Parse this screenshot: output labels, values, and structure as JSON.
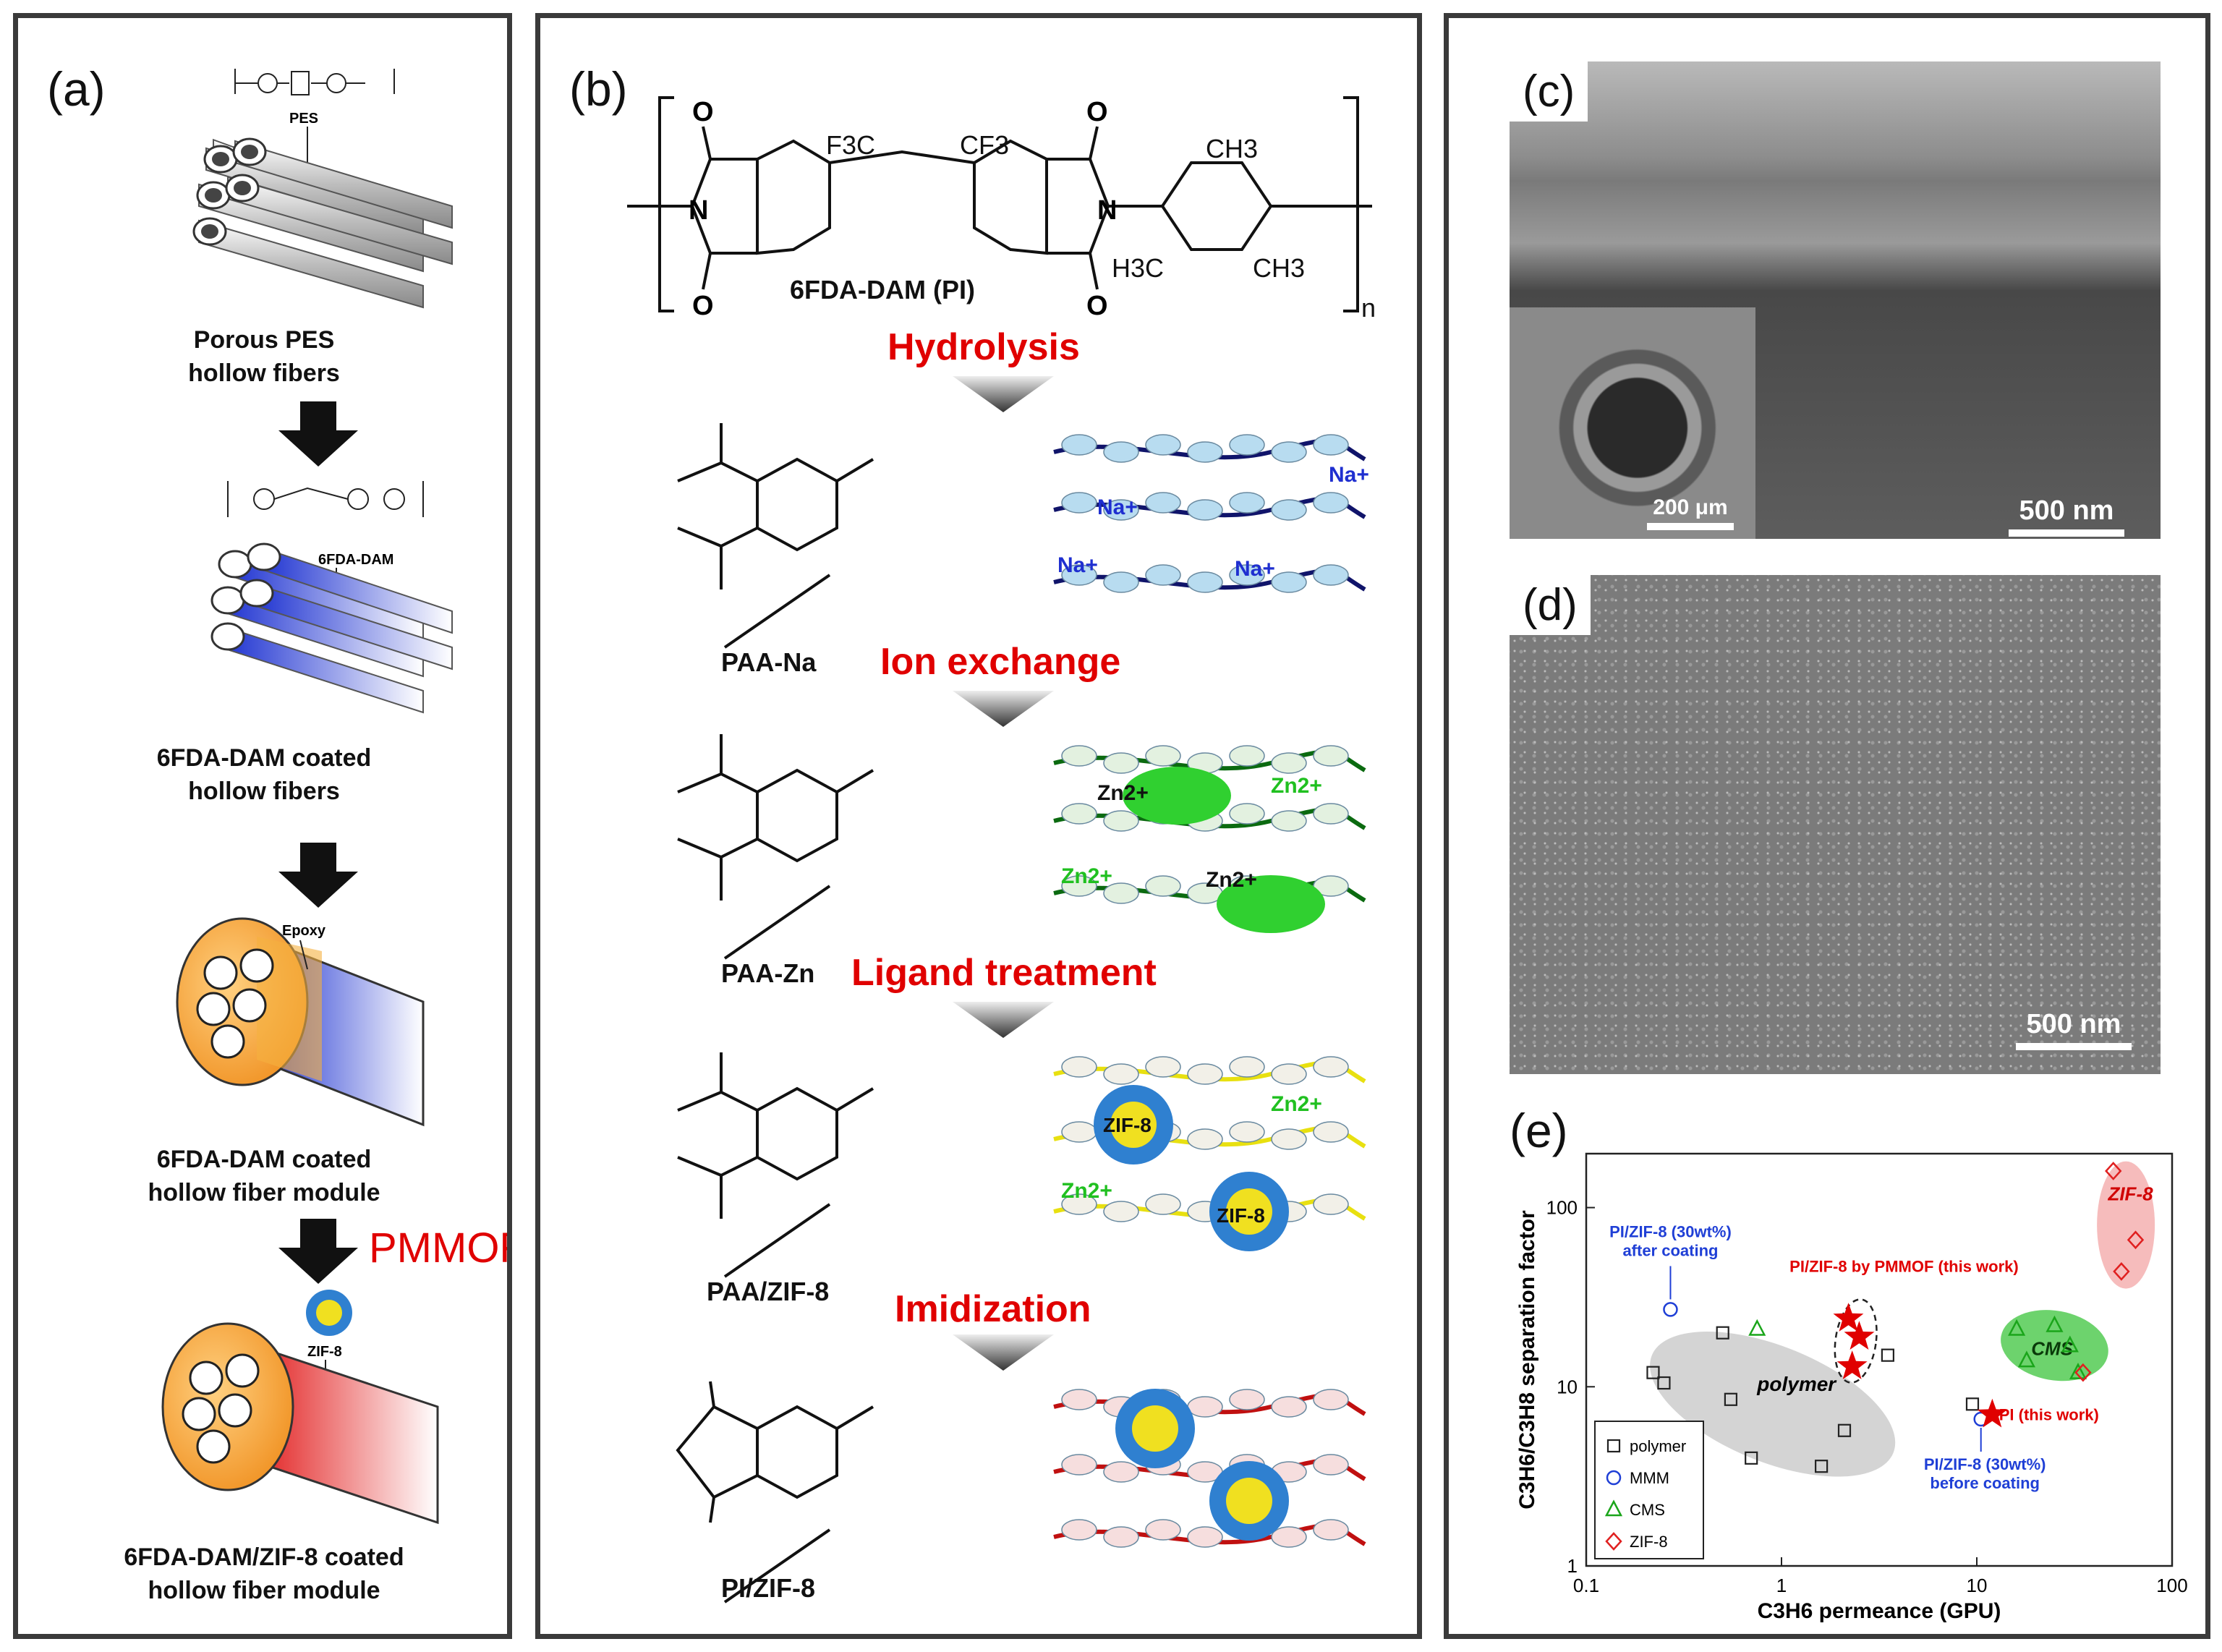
{
  "panel_a": {
    "label": "(a)",
    "pes_label": "PES",
    "caption1": "Porous PES\nhollow fibers",
    "dam_label": "6FDA-DAM",
    "caption2": "6FDA-DAM coated\nhollow fibers",
    "epoxy_label": "Epoxy",
    "caption3": "6FDA-DAM coated\nhollow fiber module",
    "pmmof_label": "PMMOF",
    "zif_label": "ZIF-8",
    "caption4": "6FDA-DAM/ZIF-8 coated\nhollow fiber module"
  },
  "panel_b": {
    "label": "(b)",
    "polymer_name": "6FDA-DAM (PI)",
    "cf3_left": "F3C",
    "cf3_right": "CF3",
    "ch3_top": "CH3",
    "ch3_left": "H3C",
    "ch3_right": "CH3",
    "n_sub": "n",
    "step1": "Hydrolysis",
    "step2": "Ion exchange",
    "step3": "Ligand treatment",
    "step4": "Imidization",
    "prod1": "PAA-Na",
    "prod2": "PAA-Zn",
    "prod3": "PAA/ZIF-8",
    "prod4": "PI/ZIF-8",
    "na_ion": "Na+",
    "zn_ion": "Zn2+",
    "zif": "ZIF-8"
  },
  "panel_c": {
    "label": "(c)",
    "scale_main": "500 nm",
    "scale_inset": "200 μm"
  },
  "panel_d": {
    "label": "(d)",
    "scale": "500 nm"
  },
  "panel_e": {
    "label": "(e)"
  },
  "chart_data": {
    "type": "scatter",
    "xlabel": "C3H6 permeance (GPU)",
    "ylabel": "C3H6/C3H8 separation factor",
    "xscale": "log",
    "yscale": "log",
    "xlim": [
      0.1,
      100
    ],
    "ylim": [
      1,
      200
    ],
    "xticks": [
      "0.1",
      "1",
      "10",
      "100"
    ],
    "yticks": [
      "1",
      "10",
      "100"
    ],
    "legend_position": "bottom-left",
    "series": [
      {
        "name": "polymer",
        "marker": "square",
        "color": "#222222",
        "points": [
          [
            0.22,
            12
          ],
          [
            0.25,
            10.5
          ],
          [
            0.5,
            20
          ],
          [
            0.55,
            8.5
          ],
          [
            0.7,
            4
          ],
          [
            1.6,
            3.6
          ],
          [
            2.1,
            5.7
          ],
          [
            3.5,
            15
          ],
          [
            9.5,
            8
          ]
        ]
      },
      {
        "name": "MMM",
        "marker": "circle",
        "color": "#1f3fd6",
        "points": [
          [
            0.27,
            27
          ],
          [
            10.5,
            6.6
          ]
        ]
      },
      {
        "name": "CMS",
        "marker": "triangle",
        "color": "#1aa51a",
        "points": [
          [
            0.75,
            21
          ],
          [
            16,
            21
          ],
          [
            18,
            14
          ],
          [
            25,
            22
          ],
          [
            30,
            17
          ],
          [
            33,
            12
          ]
        ]
      },
      {
        "name": "ZIF-8",
        "marker": "diamond",
        "color": "#e02020",
        "points": [
          [
            50,
            160
          ],
          [
            65,
            66
          ],
          [
            55,
            44
          ],
          [
            35,
            12
          ]
        ]
      },
      {
        "name": "",
        "marker": "star",
        "color": "#e00000",
        "points": [
          [
            2.2,
            24
          ],
          [
            2.5,
            19
          ],
          [
            2.3,
            13
          ],
          [
            12,
            7
          ]
        ]
      }
    ],
    "regions": [
      "polymer",
      "CMS",
      "ZIF-8"
    ],
    "annotations": [
      "PI/ZIF-8 (30wt%)\nafter coating",
      "PI/ZIF-8 by PMMOF (this work)",
      "PI (this work)",
      "PI/ZIF-8 (30wt%)\nbefore coating"
    ]
  }
}
